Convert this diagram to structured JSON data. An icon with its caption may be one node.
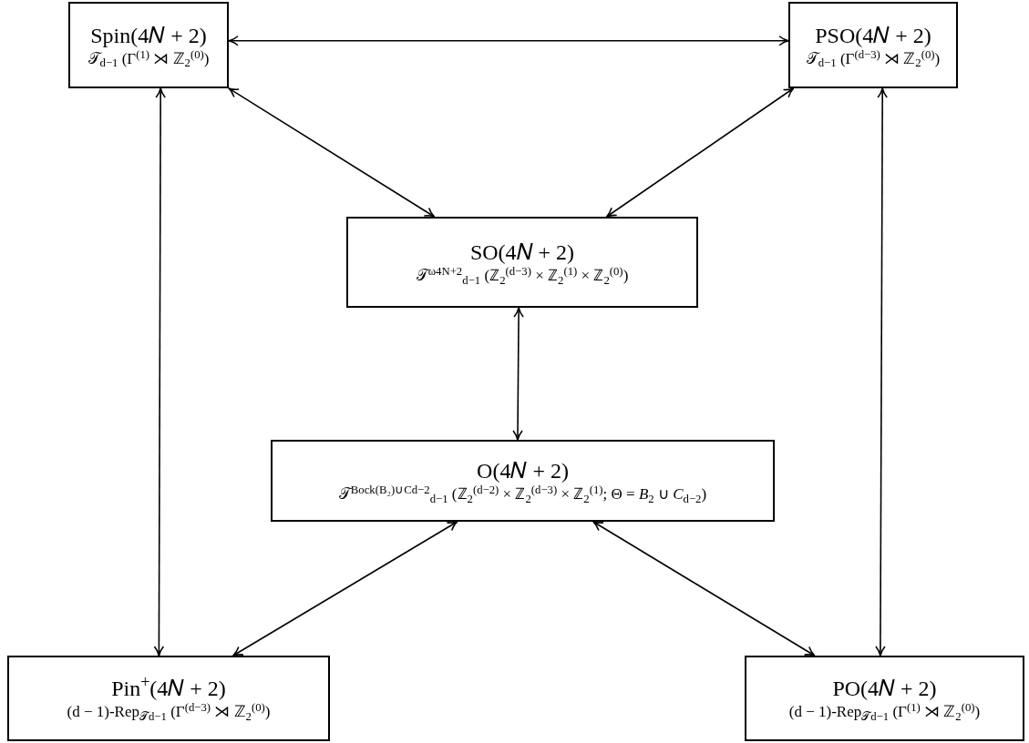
{
  "diagram": {
    "nodes": [
      {
        "text": [
          "Spin(4𝑁 + 2)",
          "𝒯$_{d−1}$ (Γ$^{(1)}$ ⋊ ℤ$_{2}$$^{(0)}$)"
        ]
      },
      {
        "text": [
          "PSO(4𝑁 + 2)",
          "𝒯$_{d−1}$ (Γ$^{(d−3)}$ ⋊ ℤ$_{2}$$^{(0)}$)"
        ]
      },
      {
        "text": [
          "SO(4𝑁 + 2)",
          "𝒯$^{ω4N+2}$$_{d−1}$ (ℤ$_{2}$$^{(d−3)}$ × ℤ$_{2}$$^{(1)}$ × ℤ$_{2}$$^{(0)}$)"
        ]
      },
      {
        "text": [
          "O(4𝑁 + 2)",
          "𝒯$^{Bock(B₂)∪Cd−2}$$_{d−1}$ (ℤ$_{2}$$^{(d−2)}$ × ℤ$_{2}$$^{(d−3)}$ × ℤ$_{2}$$^{(1)}$; Θ = *B*$_{2}$ ∪ *C*$_{d−2}$)"
        ]
      },
      {
        "text": [
          "Pin$^{+}$(4𝑁 + 2)",
          "(d − 1)-Rep$_{𝒯d−1}$ (Γ$^{(d−3)}$ ⋊ ℤ$_{2}$$^{(0)}$)"
        ]
      },
      {
        "text": [
          "PO(4𝑁 + 2)",
          "(d − 1)-Rep$_{𝒯d−1}$ (Γ$^{(1)}$ ⋊ ℤ$_{2}$$^{(0)}$)"
        ]
      }
    ],
    "edges": [
      {
        "from": 0,
        "to": 1,
        "arrow": "both"
      },
      {
        "from": 0,
        "to": 2,
        "arrow": "both"
      },
      {
        "from": 1,
        "to": 2,
        "arrow": "both"
      },
      {
        "from": 2,
        "to": 3,
        "arrow": "both"
      },
      {
        "from": 0,
        "to": 4,
        "arrow": "both"
      },
      {
        "from": 1,
        "to": 5,
        "arrow": "both"
      },
      {
        "from": 3,
        "to": 4,
        "arrow": "both"
      },
      {
        "from": 3,
        "to": 5,
        "arrow": "both"
      }
    ]
  }
}
